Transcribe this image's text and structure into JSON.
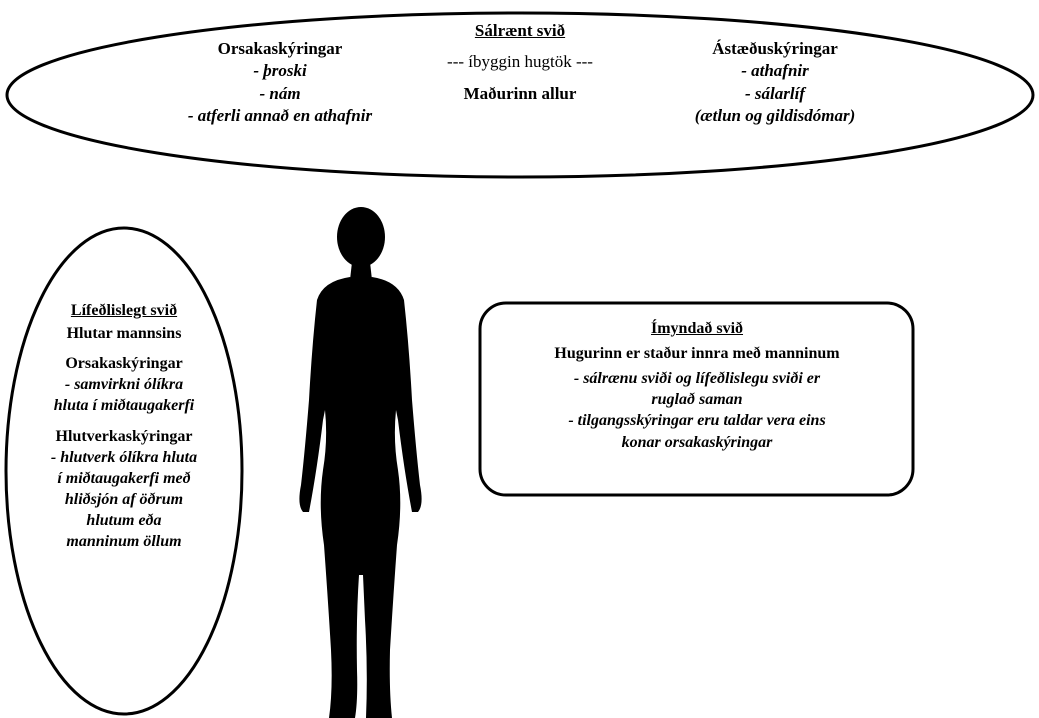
{
  "psychological": {
    "title": "Sálrænt svið",
    "center_concept": "--- íbyggin hugtök ---",
    "center_person": "Maðurinn allur",
    "causal_heading": "Orsakaskýringar",
    "causal_items": [
      "- þroski",
      "- nám",
      "- atferli annað en athafnir"
    ],
    "reason_heading": "Ástæðuskýringar",
    "reason_items": [
      "- athafnir",
      "- sálarlíf",
      "(ætlun og gildisdómar)"
    ]
  },
  "physiological": {
    "title": "Lífeðlislegt svið",
    "subtitle": "Hlutar mannsins",
    "causal_heading": "Orsakaskýringar",
    "causal_lines": [
      "- samvirkni ólíkra",
      "hluta í miðtaugakerfi"
    ],
    "function_heading": "Hlutverkaskýringar",
    "function_lines": [
      "- hlutverk ólíkra hluta",
      "í miðtaugakerfi með",
      "hliðsjón af öðrum",
      "hlutum eða",
      "manninum öllum"
    ]
  },
  "imagined": {
    "title": "Ímyndað svið",
    "subtitle": "Hugurinn er staður innra með manninum",
    "lines": [
      "- sálrænu sviði og lífeðlislegu sviði er",
      "ruglað saman",
      "- tilgangsskýringar eru taldar vera eins",
      "konar orsakaskýringar"
    ]
  },
  "colors": {
    "stroke": "#000000",
    "background": "#ffffff",
    "silhouette": "#000000"
  },
  "icons": {
    "figure": "human-silhouette-icon"
  }
}
